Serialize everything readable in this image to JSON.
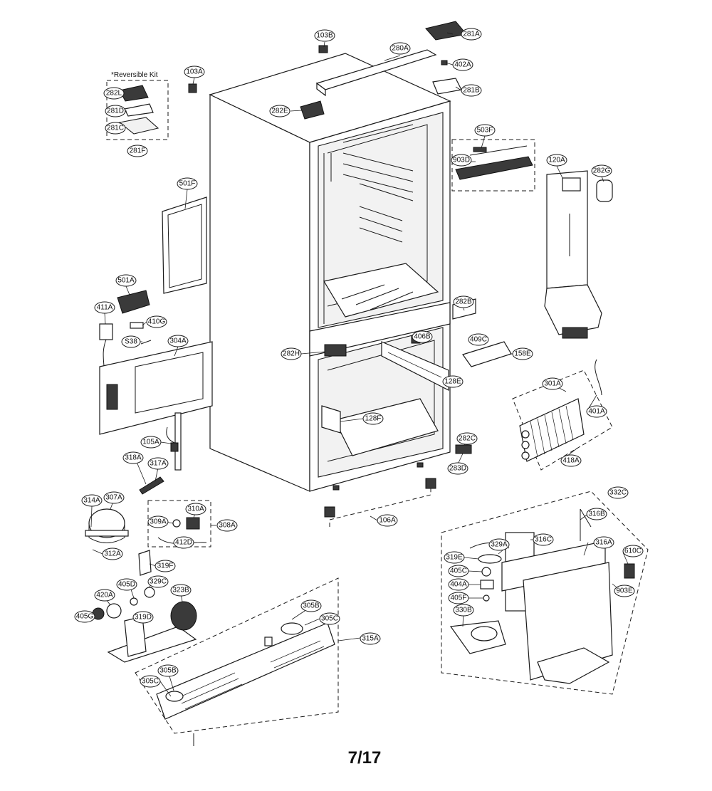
{
  "reversible_kit_note": "*Reversible Kit",
  "page_number": "7/17",
  "labels": {
    "103B": "103B",
    "281A": "281A",
    "280A": "280A",
    "402A": "402A",
    "103A": "103A",
    "281B": "281B",
    "282L": "282L",
    "281D": "281D",
    "281C": "281C",
    "281F": "281F",
    "282E": "282E",
    "503F": "503F",
    "903D": "903D",
    "120A": "120A",
    "282G": "282G",
    "501F": "501F",
    "501A": "501A",
    "411A": "411A",
    "410G": "410G",
    "S38": "S38",
    "304A": "304A",
    "282B": "282B",
    "406B": "406B",
    "409C": "409C",
    "158E": "158E",
    "282H": "282H",
    "128E": "128E",
    "128F": "128F",
    "301A": "301A",
    "401A": "401A",
    "105A": "105A",
    "282C": "282C",
    "418A": "418A",
    "318A": "318A",
    "317A": "317A",
    "283D": "283D",
    "106A": "106A",
    "332C": "332C",
    "314A": "314A",
    "307A": "307A",
    "310A": "310A",
    "309A": "309A",
    "308A": "308A",
    "412D": "412D",
    "312A": "312A",
    "319F": "319F",
    "316B": "316B",
    "316C": "316C",
    "316A": "316A",
    "329A": "329A",
    "610C": "610C",
    "319E": "319E",
    "405C": "405C",
    "404A": "404A",
    "405D": "405D",
    "329C": "329C",
    "323B": "323B",
    "420A": "420A",
    "405F": "405F",
    "903E": "903E",
    "405G": "405G",
    "319D": "319D",
    "305B": "305B",
    "305C": "305C",
    "330B": "330B",
    "315A": "315A"
  }
}
